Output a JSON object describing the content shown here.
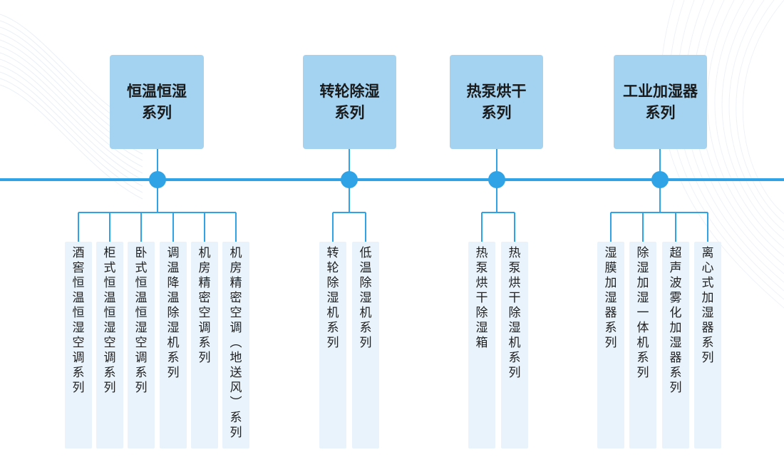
{
  "theme": {
    "line_color": "#2fa3e6",
    "node_color": "#2fa3e6",
    "category_fill": "#a3d3f1",
    "item_fill": "#e9f3fb"
  },
  "categories": [
    {
      "title_line1": "恒温恒湿",
      "title_line2": "系列",
      "items": [
        "酒窖恒温恒湿空调系列",
        "柜式恒温恒湿空调系列",
        "卧式恒温恒湿空调系列",
        "调温降温除湿机系列",
        "机房精密空调系列",
        "机房精密空调（地送风）系列"
      ]
    },
    {
      "title_line1": "转轮除湿",
      "title_line2": "系列",
      "items": [
        "转轮除湿机系列",
        "低温除湿机系列"
      ]
    },
    {
      "title_line1": "热泵烘干",
      "title_line2": "系列",
      "items": [
        "热泵烘干除湿箱",
        "热泵烘干除湿机系列"
      ]
    },
    {
      "title_line1": "工业加湿器",
      "title_line2": "系列",
      "items": [
        "湿膜加湿器系列",
        "除湿加湿一体机系列",
        "超声波雾化加湿器系列",
        "离心式加湿器系列"
      ]
    }
  ]
}
